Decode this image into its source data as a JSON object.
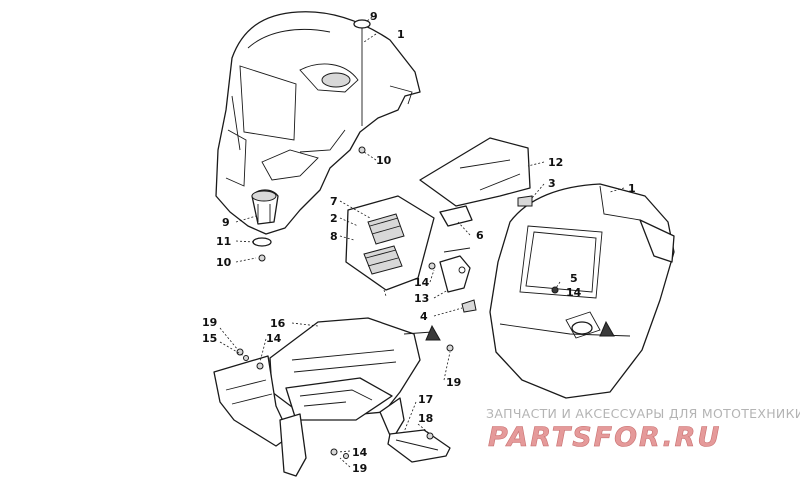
{
  "callouts": [
    {
      "id": "c1a",
      "label": "1"
    },
    {
      "id": "c9a",
      "label": "9"
    },
    {
      "id": "c10a",
      "label": "10"
    },
    {
      "id": "c9b",
      "label": "9"
    },
    {
      "id": "c11",
      "label": "11"
    },
    {
      "id": "c10b",
      "label": "10"
    },
    {
      "id": "c7",
      "label": "7"
    },
    {
      "id": "c2",
      "label": "2"
    },
    {
      "id": "c8",
      "label": "8"
    },
    {
      "id": "c6",
      "label": "6"
    },
    {
      "id": "c12",
      "label": "12"
    },
    {
      "id": "c3",
      "label": "3"
    },
    {
      "id": "c1b",
      "label": "1"
    },
    {
      "id": "c5",
      "label": "5"
    },
    {
      "id": "c14a",
      "label": "14"
    },
    {
      "id": "c14b",
      "label": "14"
    },
    {
      "id": "c13",
      "label": "13"
    },
    {
      "id": "c4",
      "label": "4"
    },
    {
      "id": "c19a",
      "label": "19"
    },
    {
      "id": "c15",
      "label": "15"
    },
    {
      "id": "c16",
      "label": "16"
    },
    {
      "id": "c14c",
      "label": "14"
    },
    {
      "id": "c19b",
      "label": "19"
    },
    {
      "id": "c17",
      "label": "17"
    },
    {
      "id": "c18",
      "label": "18"
    },
    {
      "id": "c14d",
      "label": "14"
    },
    {
      "id": "c19c",
      "label": "19"
    }
  ],
  "watermark": {
    "tagline": "ЗАПЧАСТИ И АКСЕССУАРЫ ДЛЯ МОТОТЕХНИКИ",
    "logo": "PARTSFOR.RU"
  }
}
